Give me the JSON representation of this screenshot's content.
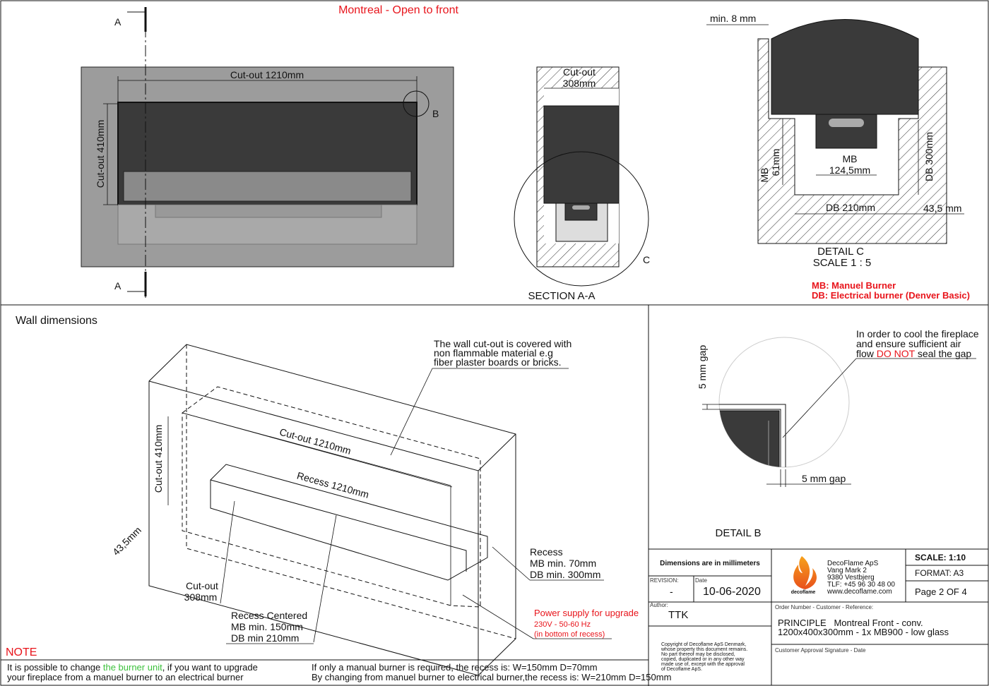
{
  "top": {
    "title": "Montreal - Open to front",
    "section_marker": "A",
    "front_view": {
      "cutout_width": "Cut-out 1210mm",
      "cutout_height": "Cut-out 410mm",
      "detail_marker": "B"
    },
    "section": {
      "cutout_depth_1": "Cut-out",
      "cutout_depth_2": "308mm",
      "detail_marker": "C",
      "label": "SECTION A-A"
    },
    "detail_c": {
      "min_gap": "min. 8 mm",
      "mb_label": "MB",
      "mb_value": "124,5mm",
      "mb_height_label": "MB",
      "mb_height_value": "61mm",
      "db_height": "DB 300mm",
      "db_width": "DB 210mm",
      "offset": "43,5 mm",
      "title": "DETAIL C",
      "scale": "SCALE 1 : 5"
    },
    "legend": {
      "mb": "MB: Manuel Burner",
      "db": "DB: Electrical burner (Denver Basic)"
    }
  },
  "wall": {
    "title": "Wall dimensions",
    "cover_note": [
      "The wall cut-out is covered with",
      "non flammable material e.g",
      "fiber plaster boards or bricks."
    ],
    "cutout_width": "Cut-out 1210mm",
    "cutout_height": "Cut-out 410mm",
    "recess_width": "Recess 1210mm",
    "offset": "43,5mm",
    "cutout_depth": [
      "Cut-out",
      "308mm"
    ],
    "recess_centered": [
      "Recess Centered",
      "MB min. 150mm",
      "DB min 210mm"
    ],
    "recess": [
      "Recess",
      "MB min. 70mm",
      "DB min. 300mm"
    ],
    "power": [
      "Power supply for upgrade",
      "230V - 50-60 Hz",
      "(in bottom of recess)"
    ]
  },
  "detail_b": {
    "gap_vertical": "5 mm gap",
    "gap_horizontal": "5 mm gap",
    "note_1": "In order to cool the fireplace",
    "note_2": "and ensure sufficient air",
    "note_3a": "flow ",
    "note_3b": "DO NOT",
    "note_3c": " seal the gap",
    "title": "DETAIL B"
  },
  "note": {
    "title": "NOTE",
    "left_1a": "It is possible to change ",
    "left_1b": "the burner unit",
    "left_1c": ", if you want to upgrade",
    "left_2": "your fireplace from a manuel burner to an electrical burner",
    "right_1": "If only a manual burner is required, the recess is: W=150mm D=70mm",
    "right_2": "By changing from manuel burner to electrical burner,the recess is: W=210mm D=150mm"
  },
  "title_block": {
    "dimensions_note": "Dimensions are in millimeters",
    "revision_label": "REVISION:",
    "revision": "-",
    "date_label": "Date",
    "date": "10-06-2020",
    "author_label": "Author:",
    "author": "TTK",
    "copyright": [
      "Copyright of Decoflame ApS Denmark,",
      "whose property this document remains.",
      "No part thereof may be disclosed,",
      "copied, duplicated or in any other way",
      "made use of, except with the approval",
      "of Decoflame ApS."
    ],
    "logo_text": "decoflame",
    "company": [
      "DecoFlame ApS",
      "Vang Mark 2",
      "9380 Vestbjerg",
      "TLF: +45 96 30 48 00",
      "www.decoflame.com"
    ],
    "scale": "SCALE: 1:10",
    "format": "FORMAT: A3",
    "page": "Page 2 OF 4",
    "order_label": "Order Number - Customer - Reference:",
    "reference_1": "PRINCIPLE   Montreal Front - conv.",
    "reference_2": "1200x400x300mm - 1x MB900 - low glass",
    "approval_label": "Customer Approval Signature - Date"
  },
  "colors": {
    "red": "#e8141b",
    "green": "#3cc13c",
    "wall_grey": "#9a9a9a",
    "fireplace": "#3a3a3a"
  }
}
